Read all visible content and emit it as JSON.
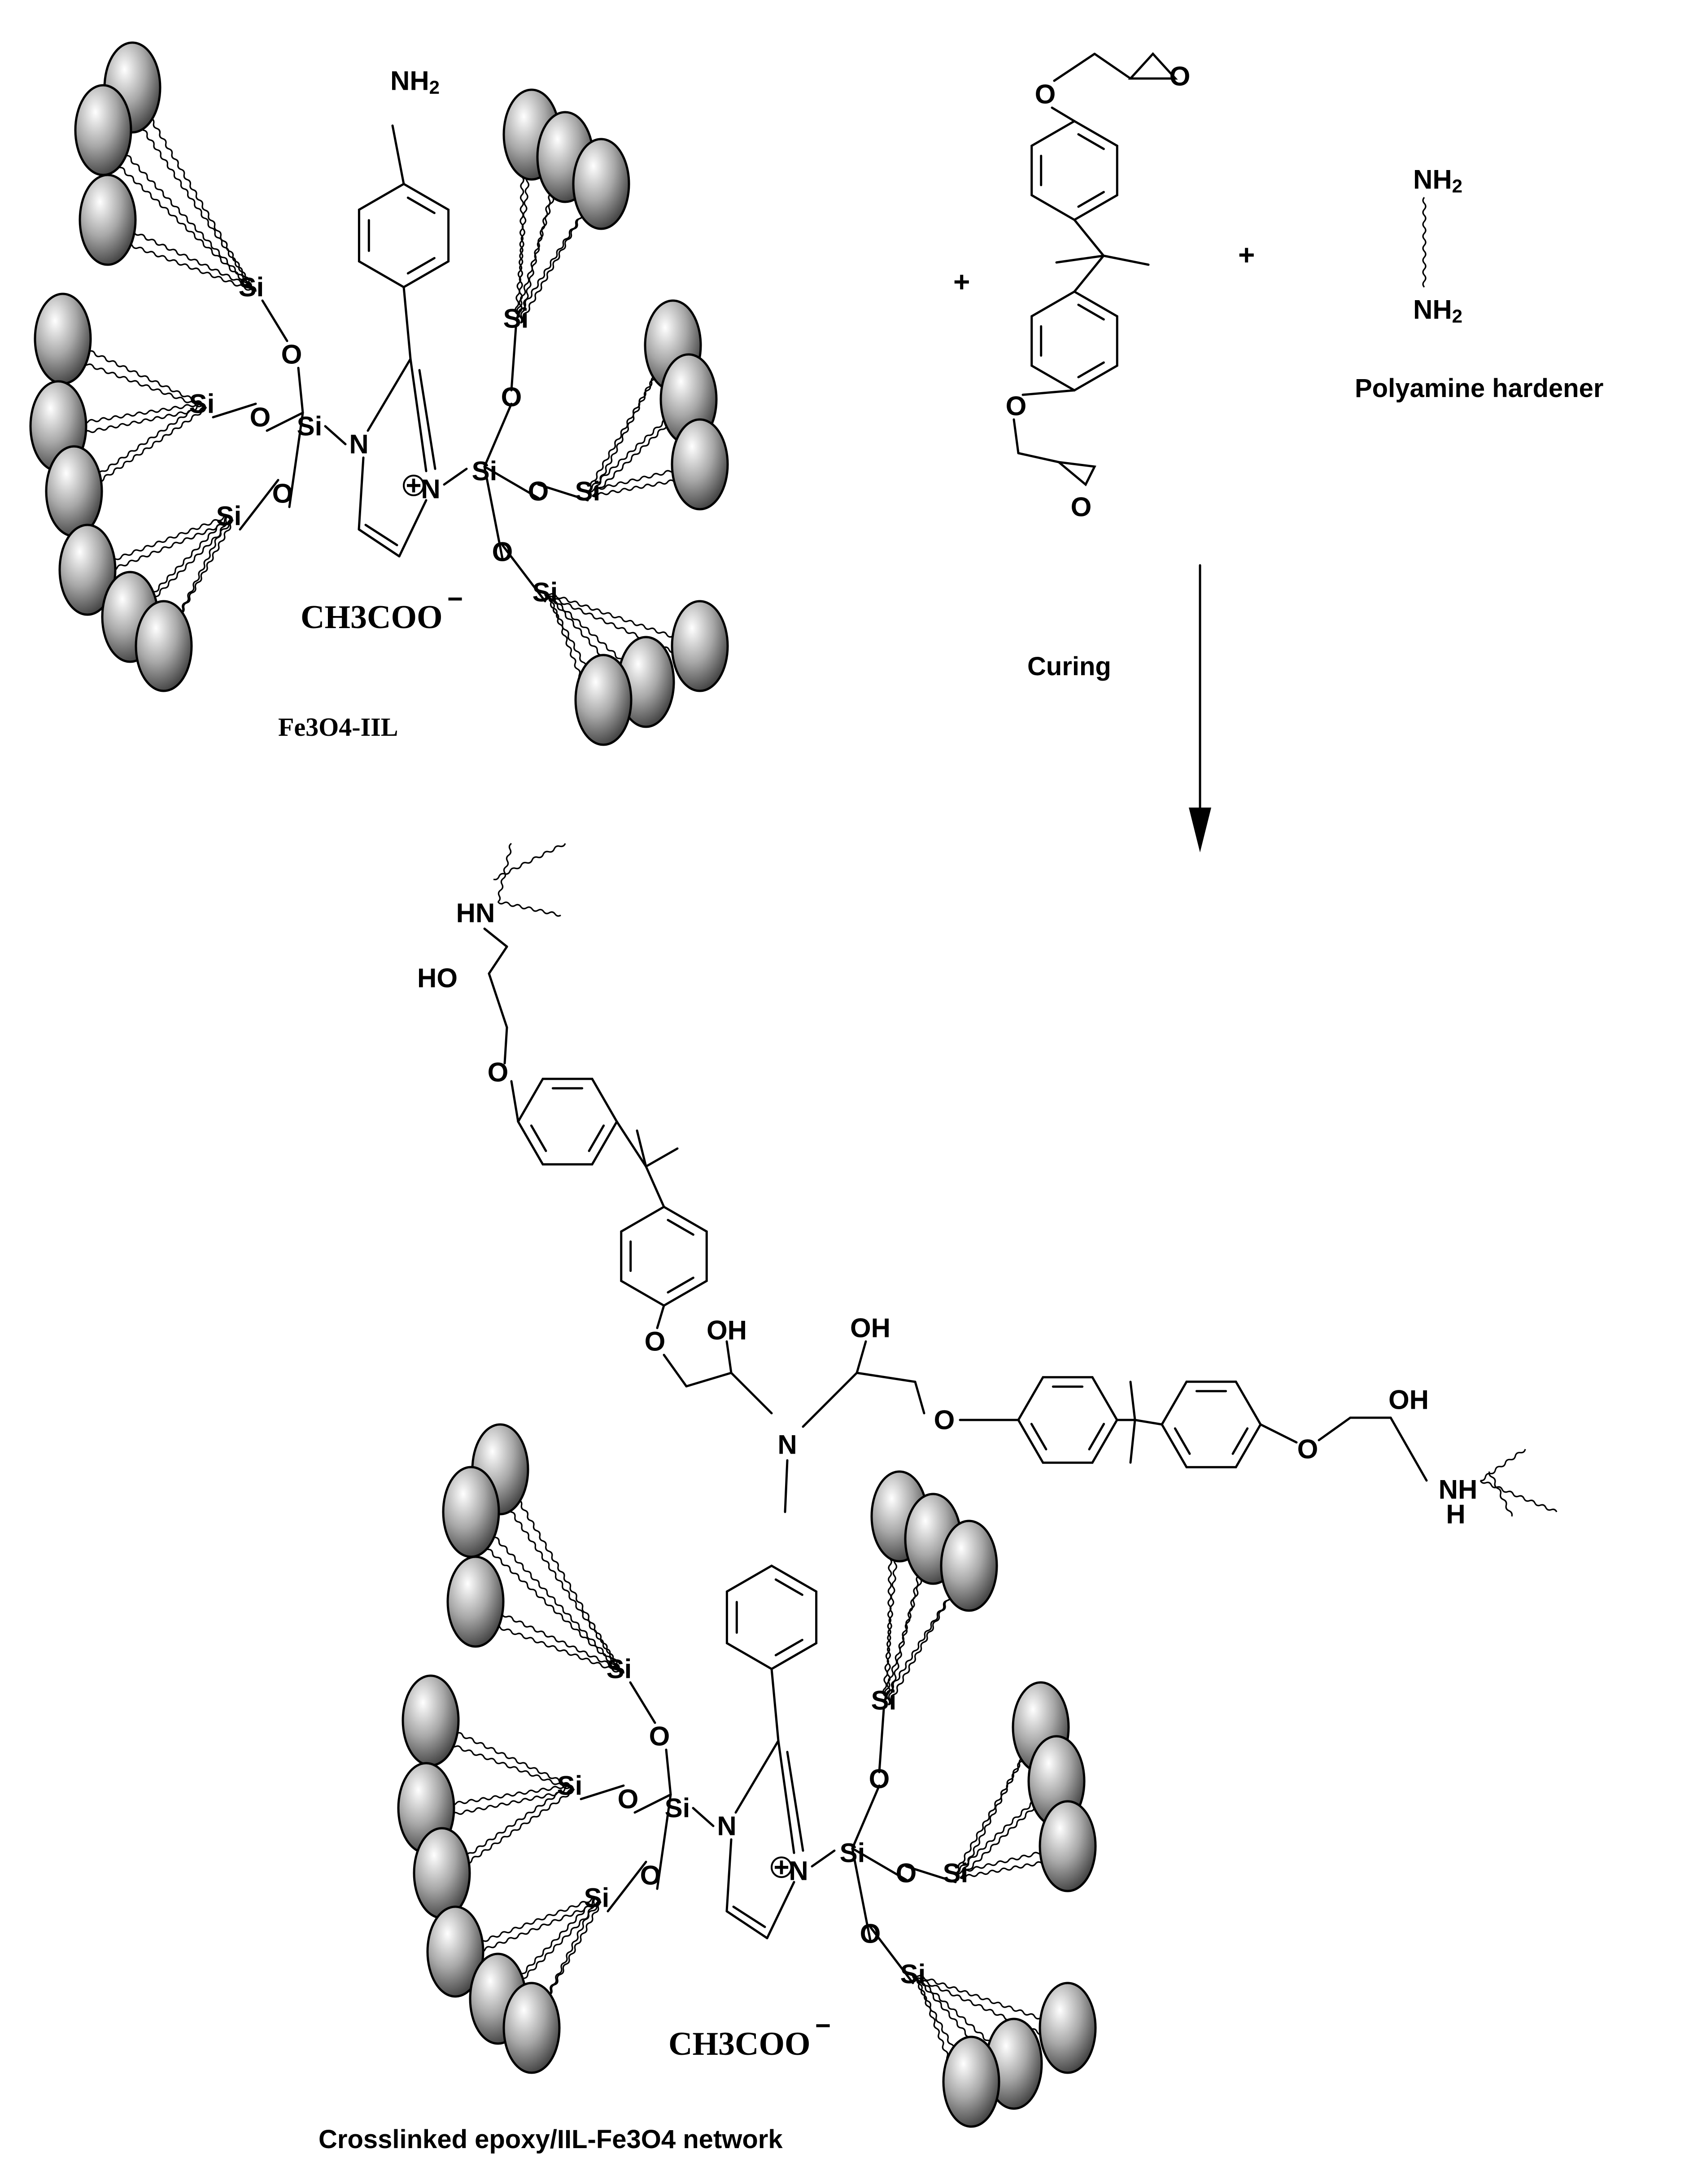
{
  "labels": {
    "top_nanoparticle": "Fe3O4-IIL",
    "counter_ion": "CH3COO",
    "counter_charge": "−",
    "cation_charge": "+",
    "reaction_condition": "Curing",
    "hardener": "Polyamine hardener",
    "product": "Crosslinked epoxy/IIL-Fe3O4 network",
    "plus_sign": "+"
  },
  "atoms": {
    "amine": "NH2",
    "silicon": "Si",
    "oxygen": "O",
    "nitrogen": "N",
    "hydroxyl_right": "OH",
    "hydroxyl_left": "HO",
    "amine_nh_left": "HN",
    "amine_nh_right": "NH",
    "hydrogen": "H"
  },
  "colors": {
    "sphere_highlight": "#ffffff",
    "sphere_mid": "#a8a8a8",
    "sphere_shadow": "#202020",
    "line": "#000000"
  }
}
